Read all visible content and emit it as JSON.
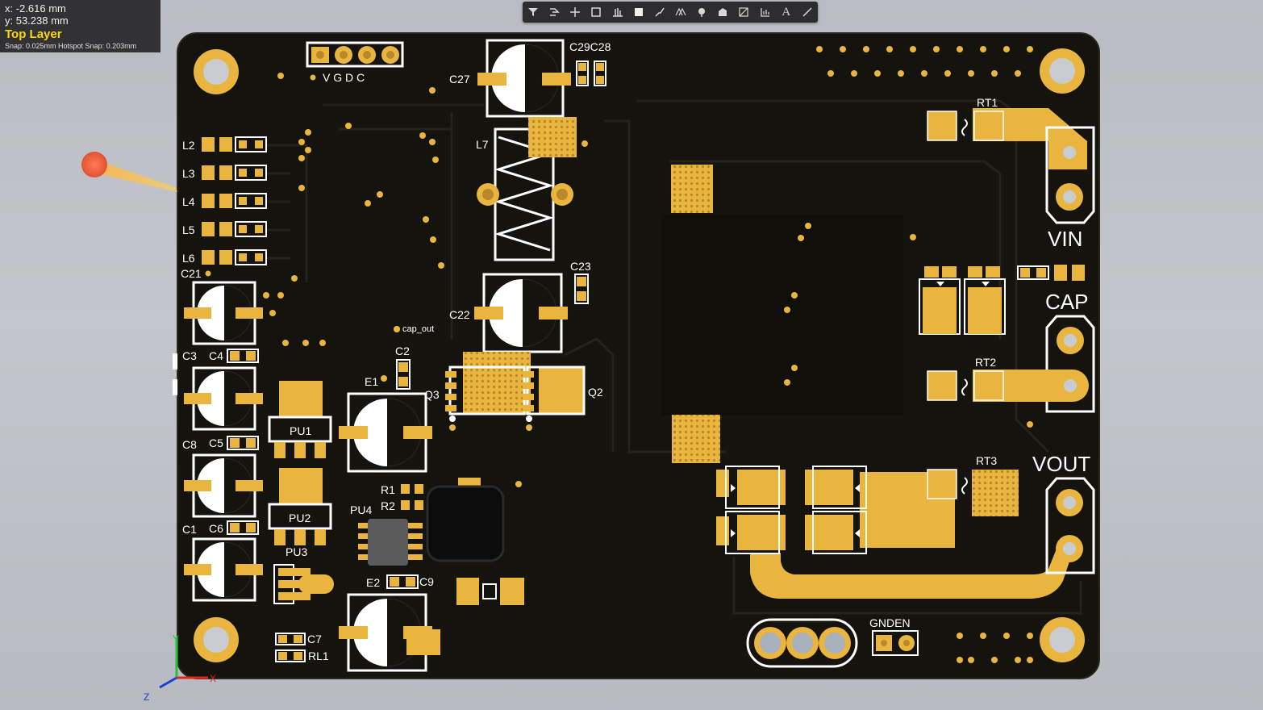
{
  "coordinate_readout": {
    "x": "x: -2.616 mm",
    "y": "y: 53.238 mm",
    "layer": "Top Layer",
    "snap": "Snap: 0.025mm Hotspot Snap: 0.203mm"
  },
  "toolbar": {
    "tools": [
      {
        "name": "filter",
        "glyph": "filter-icon"
      },
      {
        "name": "route",
        "glyph": "route-icon"
      },
      {
        "name": "crosshair",
        "glyph": "crosshair-icon"
      },
      {
        "name": "rectangle",
        "glyph": "rectangle-select-icon"
      },
      {
        "name": "align",
        "glyph": "align-icon"
      },
      {
        "name": "fill",
        "glyph": "solid-region-icon"
      },
      {
        "name": "interactive-route",
        "glyph": "interactive-route-icon"
      },
      {
        "name": "differential-pair",
        "glyph": "diff-pair-icon"
      },
      {
        "name": "place-pad",
        "glyph": "pad-icon"
      },
      {
        "name": "polygon",
        "glyph": "polygon-icon"
      },
      {
        "name": "keepout",
        "glyph": "keepout-icon"
      },
      {
        "name": "chart",
        "glyph": "chart-icon"
      },
      {
        "name": "text",
        "glyph": "A"
      },
      {
        "name": "line",
        "glyph": "line-icon"
      }
    ]
  },
  "board": {
    "header_pins": "V G D C",
    "designators": {
      "C27": "C27",
      "C29C28": "C29C28",
      "L7": "L7",
      "C23": "C23",
      "C22": "C22",
      "L2": "L2",
      "L3": "L3",
      "L4": "L4",
      "L5": "L5",
      "L6": "L6",
      "C21": "C21",
      "C3": "C3",
      "C4": "C4",
      "C8": "C8",
      "C5": "C5",
      "C1": "C1",
      "C6": "C6",
      "PU1": "PU1",
      "PU2": "PU2",
      "PU3": "PU3",
      "PU4": "PU4",
      "E1": "E1",
      "E2": "E2",
      "C2": "C2",
      "C9": "C9",
      "C7": "C7",
      "RL1": "RL1",
      "R1": "R1",
      "R2": "R2",
      "Q3": "Q3",
      "Q2": "Q2",
      "cap_out": "cap_out",
      "RT1": "RT1",
      "RT2": "RT2",
      "RT3": "RT3",
      "GNDEN": "GNDEN"
    },
    "connector_labels": {
      "vin": "VIN",
      "cap": "CAP",
      "vout": "VOUT"
    },
    "axis_labels": {
      "x": "X",
      "y": "Y",
      "z": "Z"
    }
  },
  "colors": {
    "board": "#15130d",
    "copper": "#e9b53e",
    "silk": "#ffffff",
    "background": "#bec1c6",
    "layer_text": "#ffd800"
  }
}
